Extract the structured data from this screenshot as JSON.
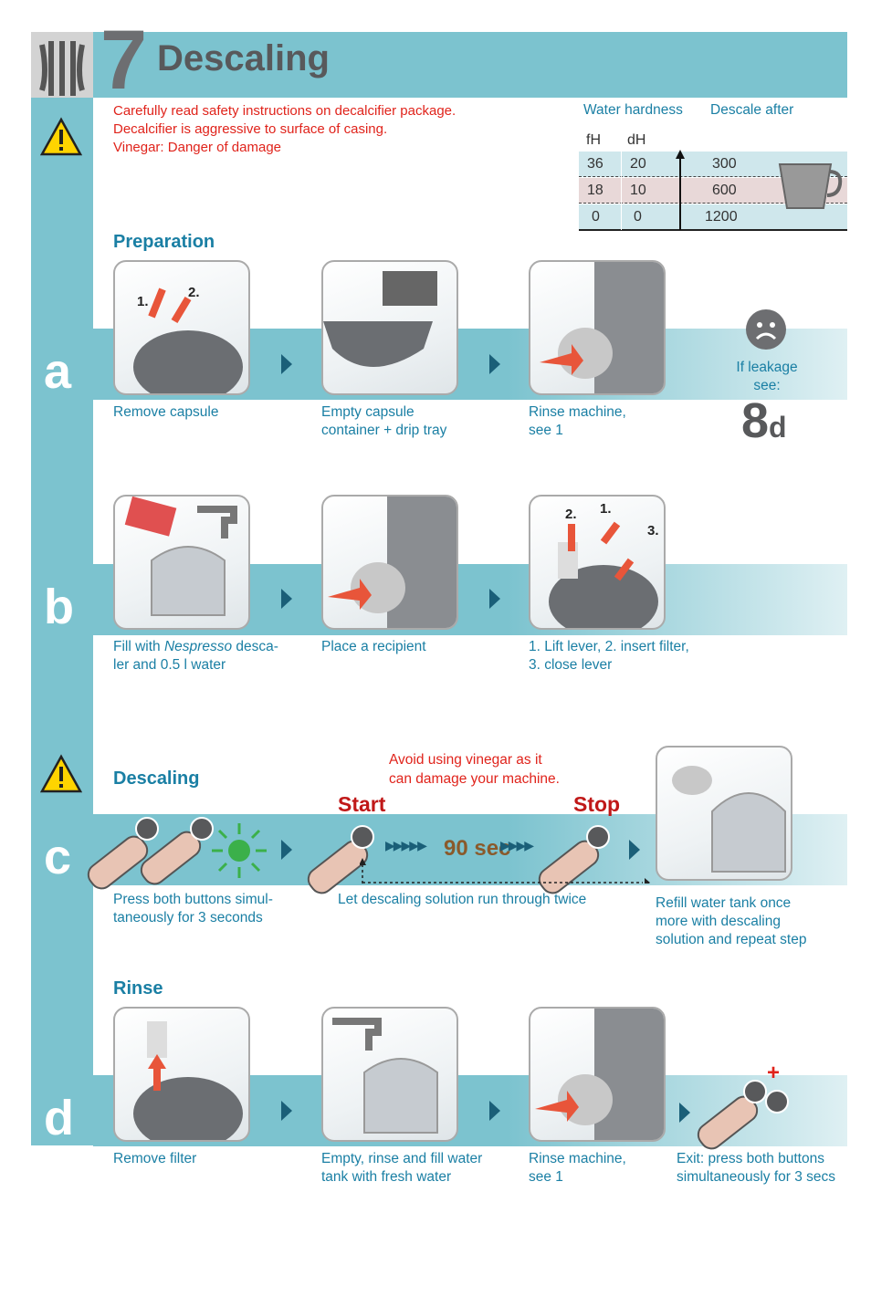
{
  "header": {
    "number": "7",
    "title": "Descaling"
  },
  "warning": {
    "lines": [
      "Carefully read safety instructions on decalcifier package.",
      "Decalcifier is aggressive to surface of casing.",
      "Vinegar: Danger of damage"
    ]
  },
  "hardness": {
    "col1": "Water hardness",
    "col2": "Descale after",
    "units": [
      "fH",
      "dH"
    ],
    "rows": [
      {
        "fh": "36",
        "dh": "20",
        "cups": "300"
      },
      {
        "fh": "18",
        "dh": "10",
        "cups": "600"
      },
      {
        "fh": "0",
        "dh": "0",
        "cups": "1200"
      }
    ]
  },
  "sections": {
    "preparation": "Preparation",
    "descaling": "Descaling",
    "rinse": "Rinse"
  },
  "letters": {
    "a": "a",
    "b": "b",
    "c": "c",
    "d": "d"
  },
  "a": {
    "captions": [
      "Remove capsule",
      "Empty capsule\ncontainer + drip tray",
      "Rinse machine,\nsee 1"
    ],
    "steps": [
      "1.",
      "2."
    ],
    "leak": "If leakage\nsee:",
    "ref_num": "8",
    "ref_letter": "d"
  },
  "b": {
    "caption1_pre": "Fill with ",
    "caption1_brand": "Nespresso",
    "caption1_post": " desca-\nler and 0.5 l water",
    "caption2": "Place a recipient",
    "caption3": "1. Lift lever, 2. insert filter,\n3. close lever",
    "steps": [
      "2.",
      "1.",
      "3."
    ]
  },
  "c": {
    "note": "Avoid using vinegar as it\ncan damage your machine.",
    "start": "Start",
    "stop": "Stop",
    "duration": "90 sec",
    "caption1": "Press both buttons simul-\ntaneously for 3 seconds",
    "caption2": "Let descaling solution run through twice",
    "caption3": "Refill water tank once\nmore with descaling\nsolution and repeat step"
  },
  "d": {
    "captions": [
      "Remove filter",
      "Empty, rinse and fill water\ntank with fresh water",
      "Rinse machine,\nsee 1",
      "Exit: press both buttons\nsimultaneously for 3 secs"
    ],
    "plus": "+"
  },
  "colors": {
    "teal": "#7cc3cf",
    "blue": "#1a7fa4",
    "red": "#e0231b"
  }
}
